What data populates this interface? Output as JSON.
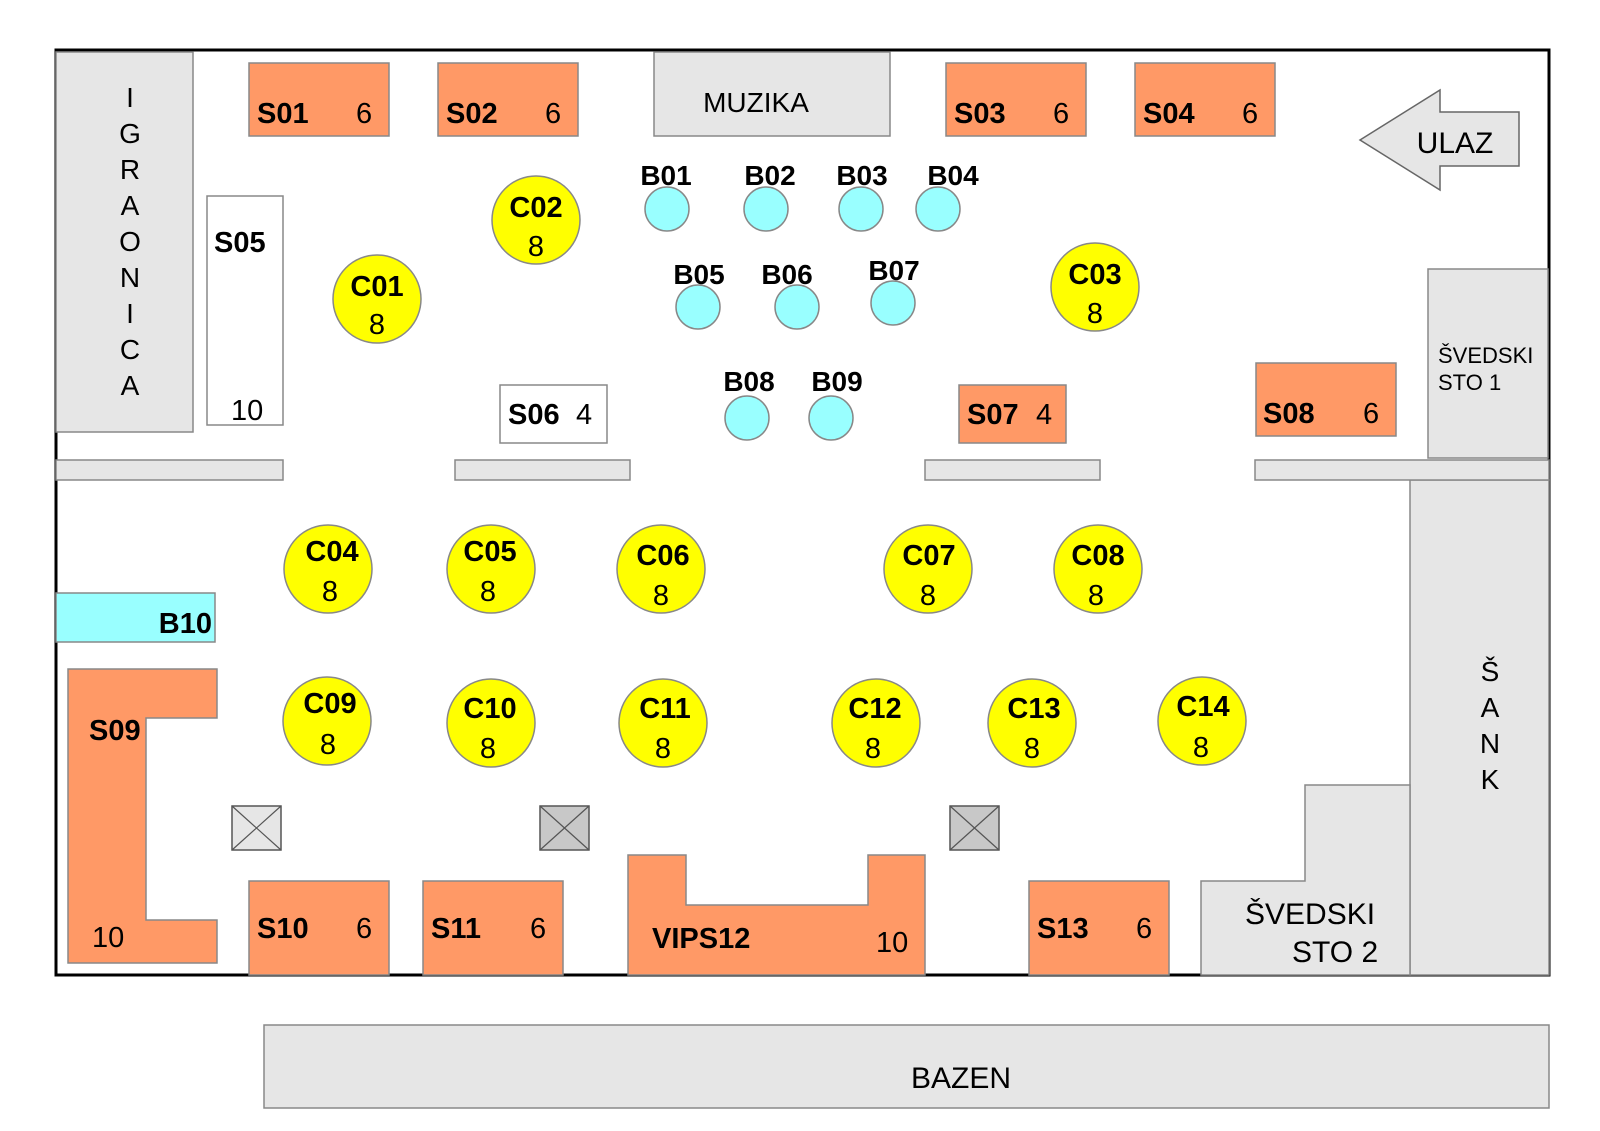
{
  "areas": {
    "igraonica": {
      "letters": [
        "I",
        "G",
        "R",
        "A",
        "O",
        "N",
        "I",
        "C",
        "A"
      ]
    },
    "muzika": "MUZIKA",
    "ulaz": "ULAZ",
    "svedski1": {
      "line1": "ŠVEDSKI",
      "line2": "STO 1"
    },
    "svedski2": {
      "line1": "ŠVEDSKI",
      "line2": "STO 2"
    },
    "sank": {
      "letters": [
        "Š",
        "A",
        "N",
        "K"
      ]
    },
    "bazen": "BAZEN"
  },
  "tables": [
    {
      "id": "S01",
      "type": "rect",
      "color": "#FF9966",
      "seats": "6"
    },
    {
      "id": "S02",
      "type": "rect",
      "color": "#FF9966",
      "seats": "6"
    },
    {
      "id": "S03",
      "type": "rect",
      "color": "#FF9966",
      "seats": "6"
    },
    {
      "id": "S04",
      "type": "rect",
      "color": "#FF9966",
      "seats": "6"
    },
    {
      "id": "S05",
      "type": "rect",
      "color": "#FFFFFF",
      "seats": "10"
    },
    {
      "id": "S06",
      "type": "rect",
      "color": "#FFFFFF",
      "seats": "4"
    },
    {
      "id": "S07",
      "type": "rect",
      "color": "#FF9966",
      "seats": "4"
    },
    {
      "id": "S08",
      "type": "rect",
      "color": "#FF9966",
      "seats": "6"
    },
    {
      "id": "S09",
      "type": "rect",
      "color": "#FF9966",
      "seats": "10"
    },
    {
      "id": "S10",
      "type": "rect",
      "color": "#FF9966",
      "seats": "6"
    },
    {
      "id": "S11",
      "type": "rect",
      "color": "#FF9966",
      "seats": "6"
    },
    {
      "id": "VIPS12",
      "type": "rect",
      "color": "#FF9966",
      "seats": "10"
    },
    {
      "id": "S13",
      "type": "rect",
      "color": "#FF9966",
      "seats": "6"
    },
    {
      "id": "C01",
      "type": "round",
      "color": "#FFFF00",
      "seats": "8"
    },
    {
      "id": "C02",
      "type": "round",
      "color": "#FFFF00",
      "seats": "8"
    },
    {
      "id": "C03",
      "type": "round",
      "color": "#FFFF00",
      "seats": "8"
    },
    {
      "id": "C04",
      "type": "round",
      "color": "#FFFF00",
      "seats": "8"
    },
    {
      "id": "C05",
      "type": "round",
      "color": "#FFFF00",
      "seats": "8"
    },
    {
      "id": "C06",
      "type": "round",
      "color": "#FFFF00",
      "seats": "8"
    },
    {
      "id": "C07",
      "type": "round",
      "color": "#FFFF00",
      "seats": "8"
    },
    {
      "id": "C08",
      "type": "round",
      "color": "#FFFF00",
      "seats": "8"
    },
    {
      "id": "C09",
      "type": "round",
      "color": "#FFFF00",
      "seats": "8"
    },
    {
      "id": "C10",
      "type": "round",
      "color": "#FFFF00",
      "seats": "8"
    },
    {
      "id": "C11",
      "type": "round",
      "color": "#FFFF00",
      "seats": "8"
    },
    {
      "id": "C12",
      "type": "round",
      "color": "#FFFF00",
      "seats": "8"
    },
    {
      "id": "C13",
      "type": "round",
      "color": "#FFFF00",
      "seats": "8"
    },
    {
      "id": "C14",
      "type": "round",
      "color": "#FFFF00",
      "seats": "8"
    },
    {
      "id": "B01",
      "type": "bar",
      "color": "#99FFFF"
    },
    {
      "id": "B02",
      "type": "bar",
      "color": "#99FFFF"
    },
    {
      "id": "B03",
      "type": "bar",
      "color": "#99FFFF"
    },
    {
      "id": "B04",
      "type": "bar",
      "color": "#99FFFF"
    },
    {
      "id": "B05",
      "type": "bar",
      "color": "#99FFFF"
    },
    {
      "id": "B06",
      "type": "bar",
      "color": "#99FFFF"
    },
    {
      "id": "B07",
      "type": "bar",
      "color": "#99FFFF"
    },
    {
      "id": "B08",
      "type": "bar",
      "color": "#99FFFF"
    },
    {
      "id": "B09",
      "type": "bar",
      "color": "#99FFFF"
    },
    {
      "id": "B10",
      "type": "bar",
      "color": "#99FFFF"
    }
  ],
  "colors": {
    "outline": "#000000",
    "area_fill": "#E6E6E6",
    "area_stroke": "#888888",
    "pillar_fill": "#D0D0D0"
  }
}
